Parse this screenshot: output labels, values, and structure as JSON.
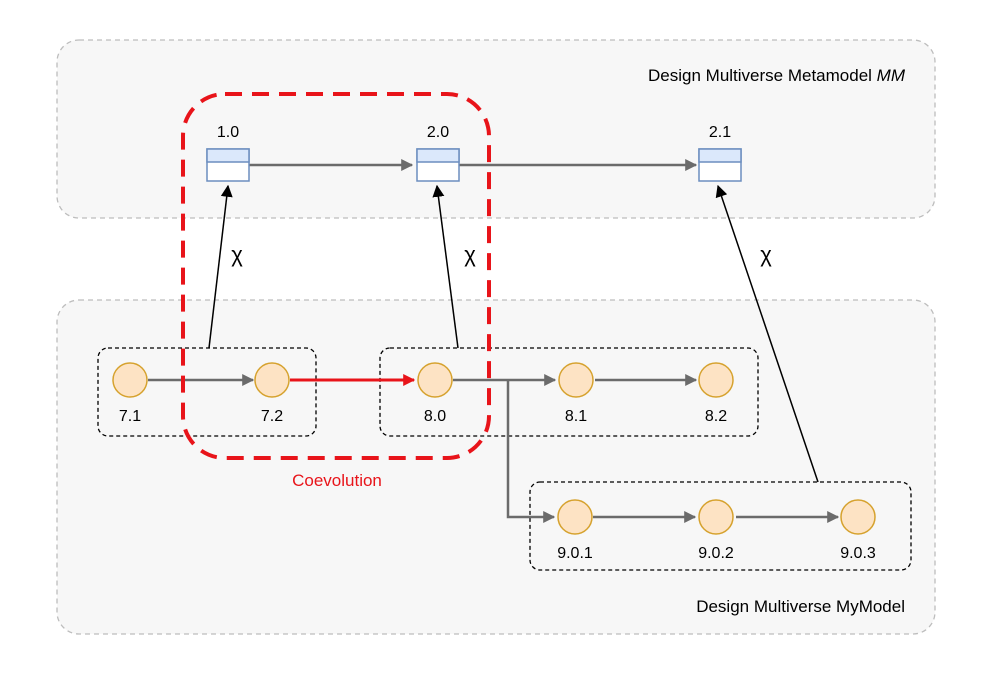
{
  "metamodel": {
    "title": "Design Multiverse Metamodel",
    "title_suffix": "MM",
    "versions": [
      {
        "label": "1.0"
      },
      {
        "label": "2.0"
      },
      {
        "label": "2.1"
      }
    ]
  },
  "model": {
    "title": "Design Multiverse MyModel",
    "versions": [
      {
        "label": "7.1"
      },
      {
        "label": "7.2"
      },
      {
        "label": "8.0"
      },
      {
        "label": "8.1"
      },
      {
        "label": "8.2"
      },
      {
        "label": "9.0.1"
      },
      {
        "label": "9.0.2"
      },
      {
        "label": "9.0.3"
      }
    ]
  },
  "conformance": {
    "symbol": "χ",
    "links": [
      {
        "from": "7.x",
        "to": "1.0"
      },
      {
        "from": "8.x",
        "to": "2.0"
      },
      {
        "from": "9.0.x",
        "to": "2.1"
      }
    ]
  },
  "coevolution": {
    "label": "Coevolution"
  },
  "colors": {
    "region_fill": "#f7f7f7",
    "region_stroke": "#bdbdbd",
    "metaclass_fill": "#dbe8fb",
    "metaclass_stroke": "#6c8ebf",
    "model_fill": "#fde3c4",
    "model_stroke": "#d6a22e",
    "edge": "#6b6b6b",
    "coevolution": "#e8141a",
    "group_stroke": "#000000"
  }
}
